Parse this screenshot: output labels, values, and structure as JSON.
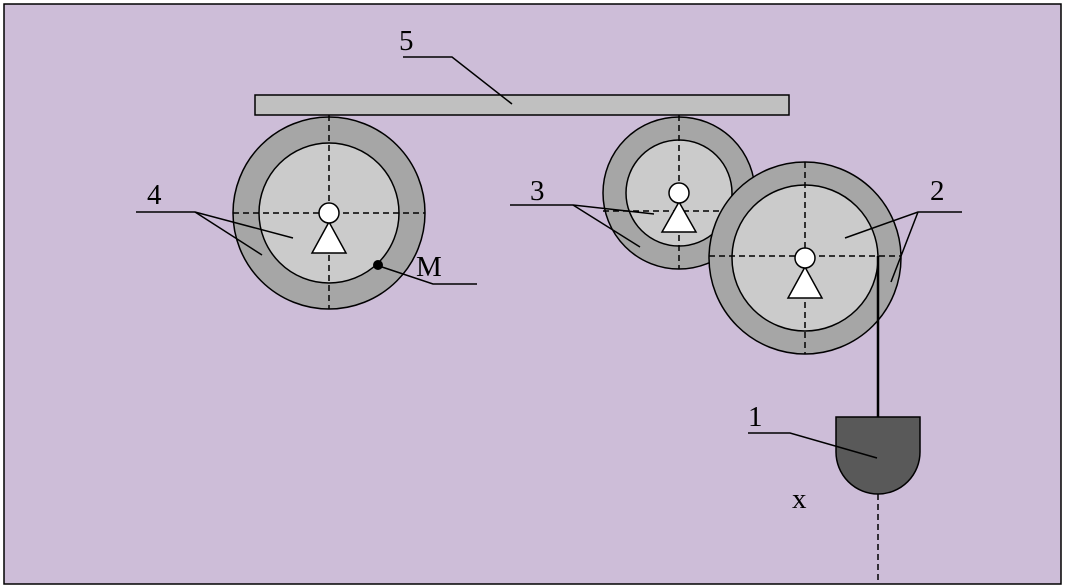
{
  "colors": {
    "background": "#cdbdd8",
    "outer_rim": "#a6a6a6",
    "inner_disc": "#cbcbcb",
    "load": "#595959",
    "beam": "#c0c0c0"
  },
  "labels": {
    "part_1": "1",
    "part_2": "2",
    "part_3": "3",
    "part_4": "4",
    "part_5": "5",
    "point_m": "M",
    "axis_x": "x"
  }
}
